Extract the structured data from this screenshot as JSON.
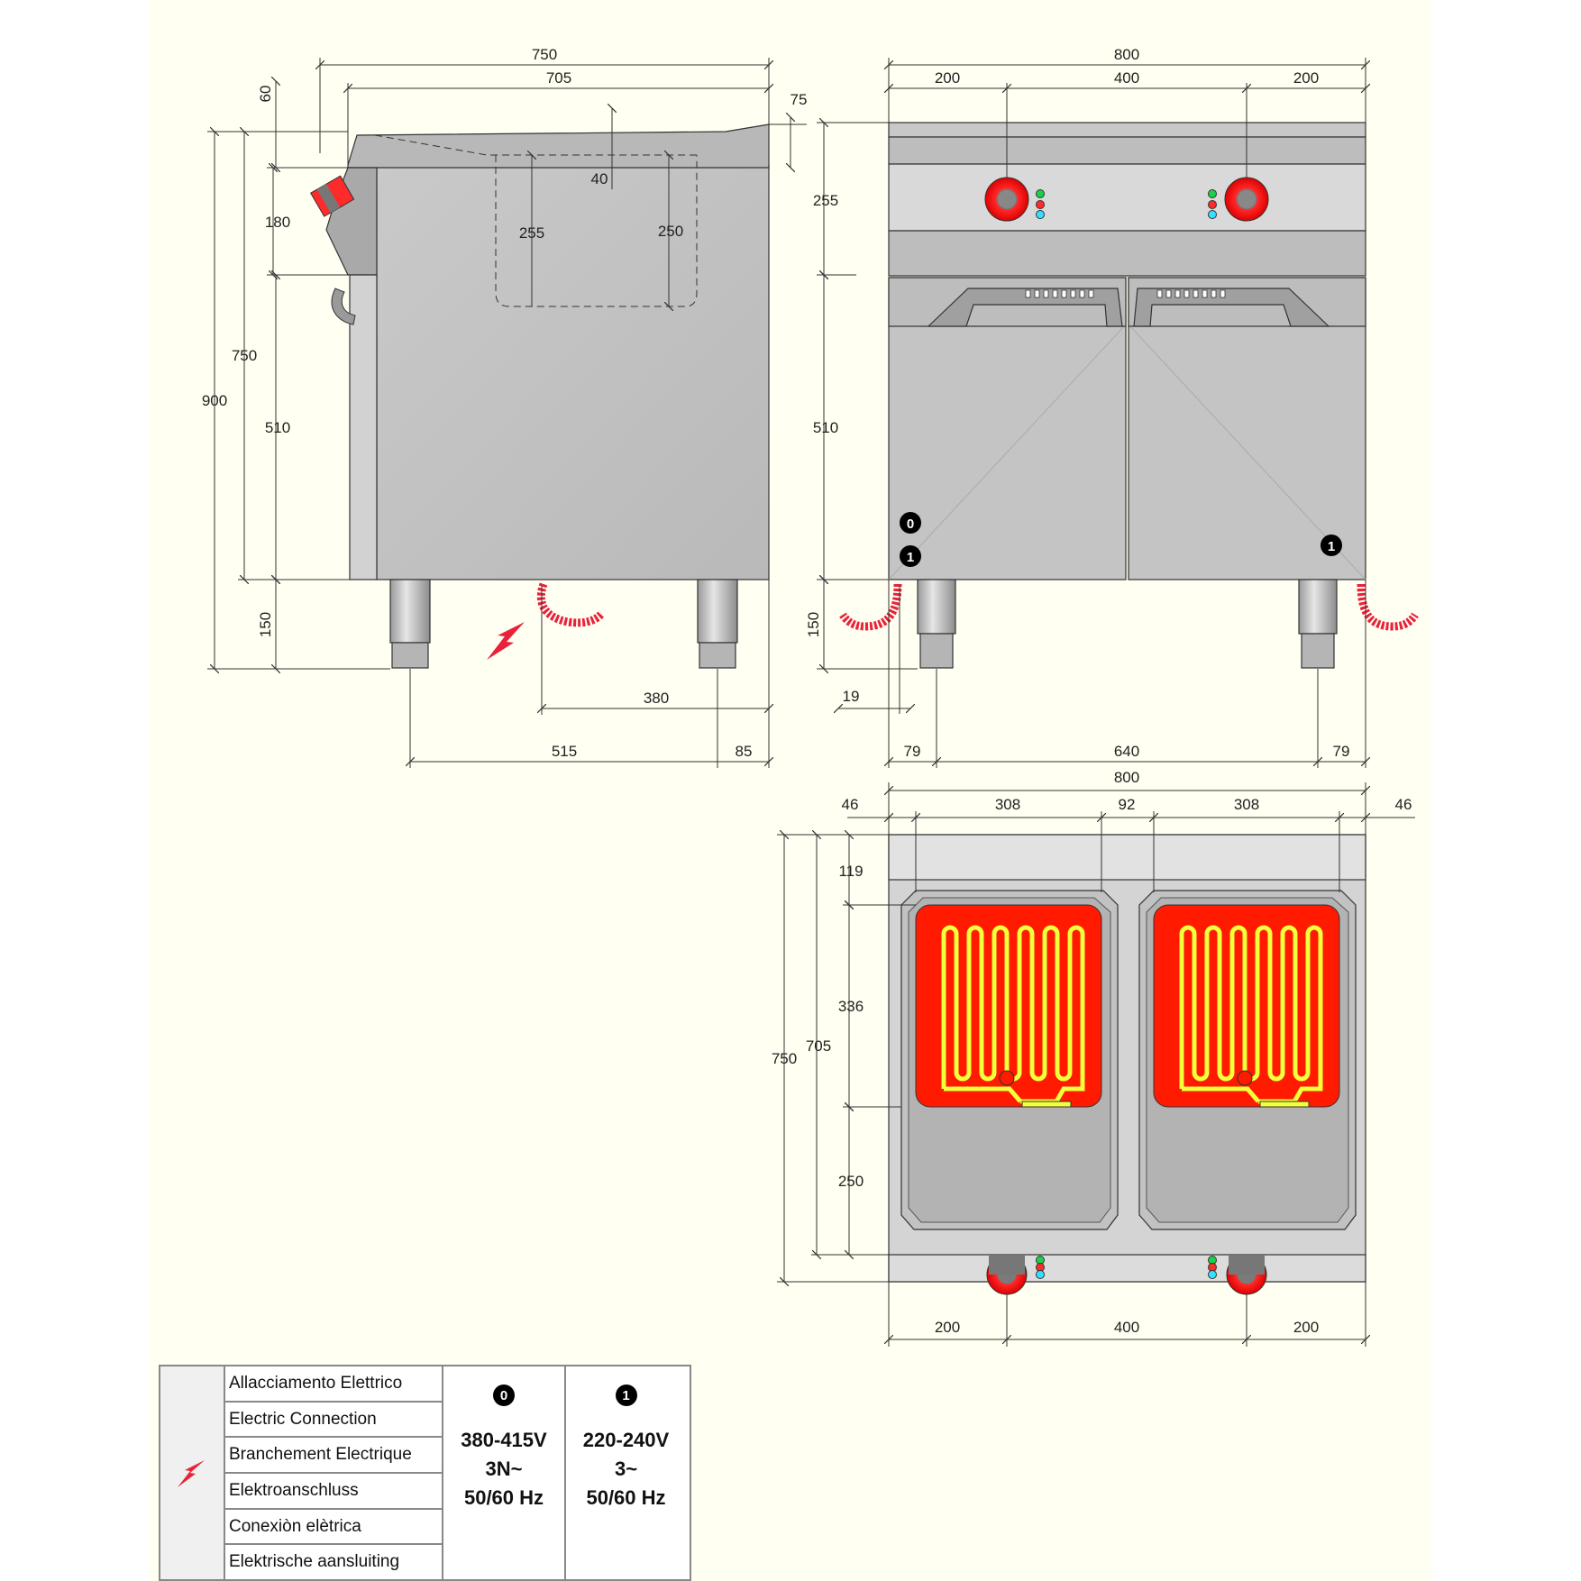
{
  "side_view": {
    "depth_total": "750",
    "depth_top": "705",
    "h60": "60",
    "h75": "75",
    "h40": "40",
    "h180": "180",
    "h750": "750",
    "h900": "900",
    "h510": "510",
    "h150": "150",
    "tank_depth_a": "255",
    "tank_depth_b": "250",
    "foot_span": "515",
    "foot_edge": "85",
    "cable_offset": "380"
  },
  "front_view": {
    "width_total": "800",
    "left_seg": "200",
    "mid_seg": "400",
    "right_seg": "200",
    "h255": "255",
    "h510": "510",
    "h150": "150",
    "edge19": "19",
    "foot_l": "79",
    "foot_span": "640",
    "foot_r": "79",
    "door_badge_left_top": "0",
    "door_badge_left_bottom": "1",
    "door_badge_right": "1"
  },
  "top_view": {
    "width_total": "800",
    "margin_l": "46",
    "tank_l": "308",
    "gap": "92",
    "tank_r": "308",
    "margin_r": "46",
    "h119": "119",
    "h336": "336",
    "h250": "250",
    "h705": "705",
    "h750": "750",
    "bottom_l": "200",
    "bottom_mid": "400",
    "bottom_r": "200"
  },
  "legend": {
    "icon": "lightning-icon",
    "labels": [
      "Allacciamento Elettrico",
      "Electric Connection",
      "Branchement Electrique",
      "Elektroanschluss",
      "Conexiòn elètrica",
      "Elektrische aansluiting"
    ],
    "spec_a": {
      "badge": "0",
      "voltage": "380-415V",
      "phase": "3N~",
      "freq": "50/60 Hz"
    },
    "spec_b": {
      "badge": "1",
      "voltage": "220-240V",
      "phase": "3~",
      "freq": "50/60 Hz"
    }
  },
  "colors": {
    "knob_red": "#ff2a2a",
    "heater_red": "#ff1a00",
    "element_yellow": "#f2ff3a",
    "steel": "#c6c6c6",
    "cable_red": "#e8223a"
  }
}
